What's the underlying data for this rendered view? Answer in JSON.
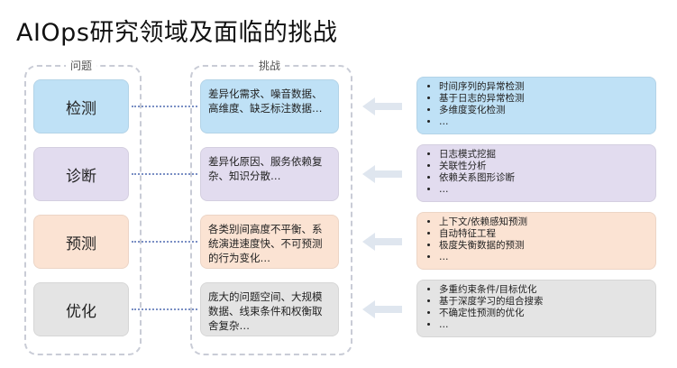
{
  "title": "AIOps研究领域及面临的挑战",
  "columns": {
    "problem_label": "问题",
    "challenge_label": "挑战"
  },
  "rows": [
    {
      "problem": "检测",
      "challenge": "差异化需求、噪音数据、高维度、缺乏标注数据…",
      "methods": [
        "时间序列的异常检测",
        "基于日志的异常检测",
        "多维度变化检测",
        "…"
      ],
      "color": "#bfe1f6"
    },
    {
      "problem": "诊断",
      "challenge": "差异化原因、服务依赖复杂、知识分散…",
      "methods": [
        "日志模式挖掘",
        "关联性分析",
        "依赖关系图形诊断",
        "…"
      ],
      "color": "#e2dcef"
    },
    {
      "problem": "预测",
      "challenge": "各类别间高度不平衡、系统演进速度快、不可预测的行为变化…",
      "methods": [
        "上下文/依赖感知预测",
        "自动特征工程",
        "极度失衡数据的预测",
        "…"
      ],
      "color": "#fbe3d3"
    },
    {
      "problem": "优化",
      "challenge": "庞大的问题空间、大规模数据、线束条件和权衡取舍复杂…",
      "methods": [
        "多重约束条件/目标优化",
        "基于深度学习的组合搜索",
        "不确定性预测的优化",
        "…"
      ],
      "color": "#e4e4e4"
    }
  ],
  "icons": {
    "arrow": "arrow-left-icon"
  }
}
